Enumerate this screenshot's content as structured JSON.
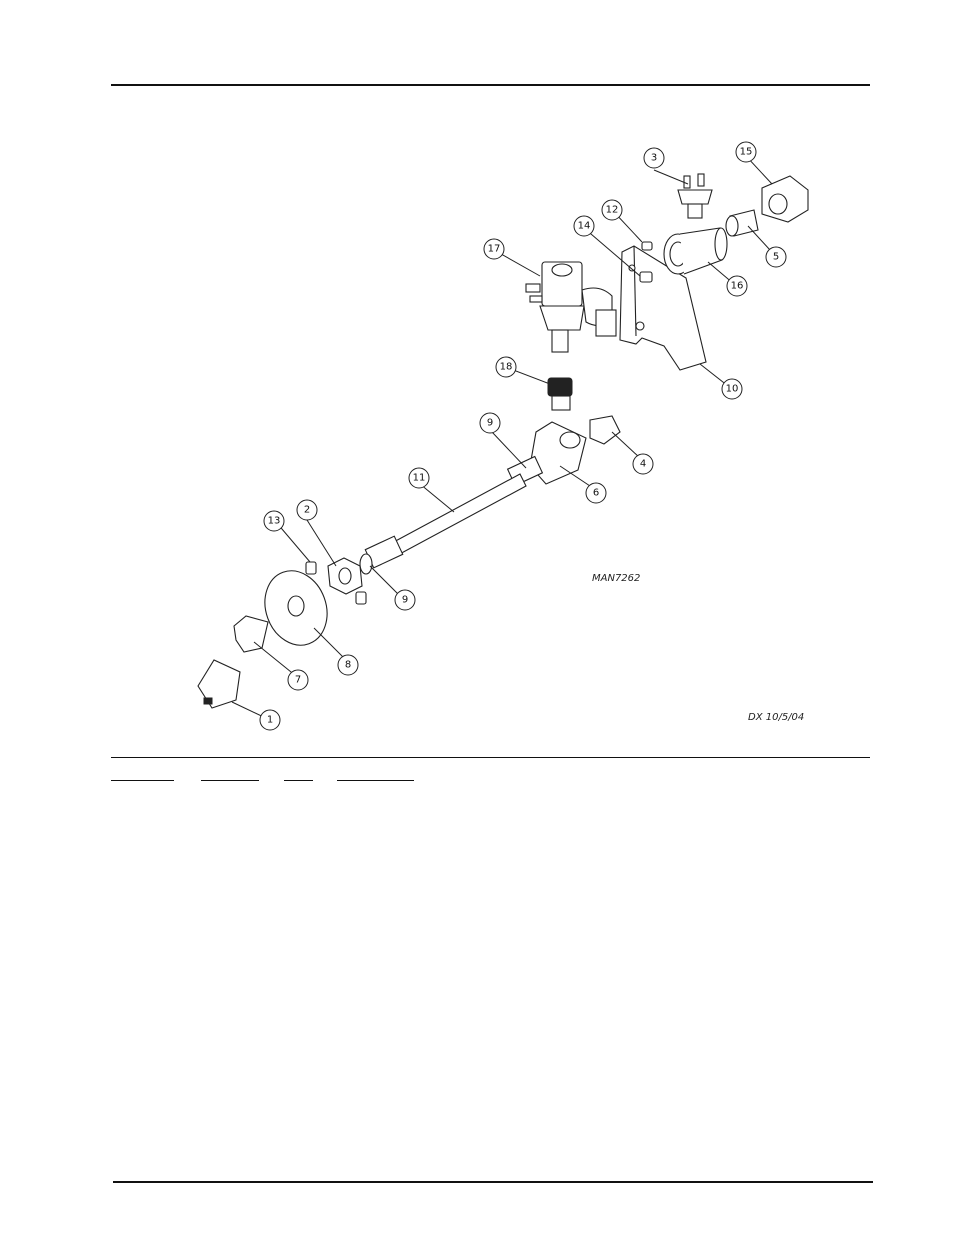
{
  "drawing": {
    "id": "MAN7262",
    "date_stamp": "DX  10/5/04"
  },
  "callouts": [
    "1",
    "2",
    "3",
    "4",
    "5",
    "6",
    "7",
    "8",
    "9",
    "9",
    "10",
    "11",
    "12",
    "13",
    "14",
    "15",
    "16",
    "17",
    "18"
  ]
}
